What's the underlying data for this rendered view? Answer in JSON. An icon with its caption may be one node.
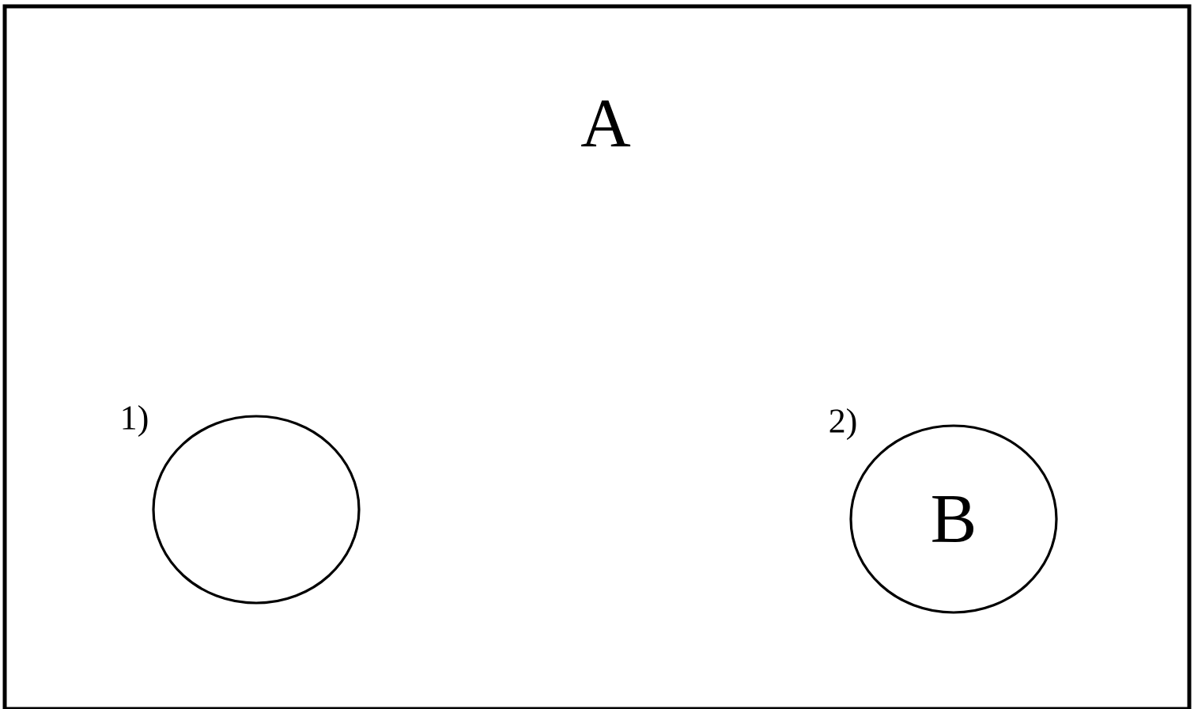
{
  "diagram": {
    "nodes": [
      {
        "text": [
          "A"
        ]
      },
      {
        "text": [],
        "shape": "circle",
        "in": 0,
        "beside": [
          "1)"
        ]
      },
      {
        "text": [
          "B"
        ],
        "in": 0,
        "beside": [
          "2)"
        ]
      }
    ]
  }
}
